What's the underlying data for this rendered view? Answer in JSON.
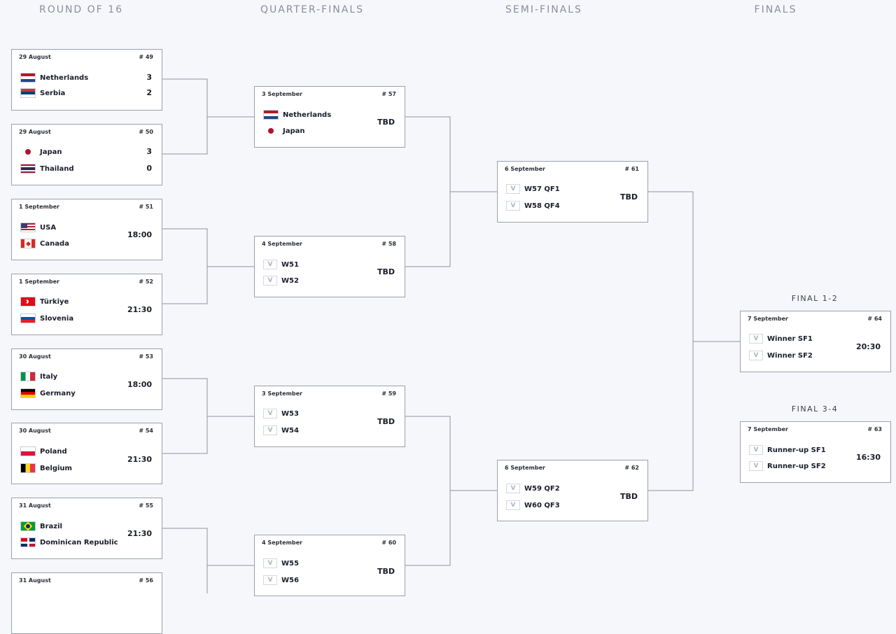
{
  "headers": {
    "round_of_16": "ROUND OF 16",
    "quarter_finals": "QUARTER-FINALS",
    "semi_finals": "SEMI-FINALS",
    "finals": "FINALS"
  },
  "final_labels": {
    "final_1_2": "FINAL 1-2",
    "final_3_4": "FINAL 3-4"
  },
  "matches": {
    "m49": {
      "date": "29 August",
      "num": "# 49",
      "score_a": "3",
      "score_b": "2",
      "team_a": "Netherlands",
      "team_b": "Serbia",
      "flag_a": "netherlands-flag-icon",
      "flag_b": "serbia-flag-icon"
    },
    "m50": {
      "date": "29 August",
      "num": "# 50",
      "score_a": "3",
      "score_b": "0",
      "team_a": "Japan",
      "team_b": "Thailand",
      "flag_a": "japan-flag-icon",
      "flag_b": "thailand-flag-icon"
    },
    "m51": {
      "date": "1 September",
      "num": "# 51",
      "time": "18:00",
      "team_a": "USA",
      "team_b": "Canada",
      "flag_a": "usa-flag-icon",
      "flag_b": "canada-flag-icon"
    },
    "m52": {
      "date": "1 September",
      "num": "# 52",
      "time": "21:30",
      "team_a": "Türkiye",
      "team_b": "Slovenia",
      "flag_a": "turkiye-flag-icon",
      "flag_b": "slovenia-flag-icon"
    },
    "m53": {
      "date": "30 August",
      "num": "# 53",
      "time": "18:00",
      "team_a": "Italy",
      "team_b": "Germany",
      "flag_a": "italy-flag-icon",
      "flag_b": "germany-flag-icon"
    },
    "m54": {
      "date": "30 August",
      "num": "# 54",
      "time": "21:30",
      "team_a": "Poland",
      "team_b": "Belgium",
      "flag_a": "poland-flag-icon",
      "flag_b": "belgium-flag-icon"
    },
    "m55": {
      "date": "31 August",
      "num": "# 55",
      "time": "21:30",
      "team_a": "Brazil",
      "team_b": "Dominican Republic",
      "flag_a": "brazil-flag-icon",
      "flag_b": "dominican-republic-flag-icon"
    },
    "m56": {
      "date": "31 August",
      "num": "# 56"
    },
    "m57": {
      "date": "3 September",
      "num": "# 57",
      "time": "TBD",
      "team_a": "Netherlands",
      "team_b": "Japan",
      "flag_a": "netherlands-flag-icon",
      "flag_b": "japan-flag-icon"
    },
    "m58": {
      "date": "4 September",
      "num": "# 58",
      "time": "TBD",
      "team_a": "W51",
      "team_b": "W52"
    },
    "m59": {
      "date": "3 September",
      "num": "# 59",
      "time": "TBD",
      "team_a": "W53",
      "team_b": "W54"
    },
    "m60": {
      "date": "4 September",
      "num": "# 60",
      "time": "TBD",
      "team_a": "W55",
      "team_b": "W56"
    },
    "m61": {
      "date": "6 September",
      "num": "# 61",
      "time": "TBD",
      "team_a": "W57 QF1",
      "team_b": "W58 QF4"
    },
    "m62": {
      "date": "6 September",
      "num": "# 62",
      "time": "TBD",
      "team_a": "W59 QF2",
      "team_b": "W60 QF3"
    },
    "m64": {
      "date": "7 September",
      "num": "# 64",
      "time": "20:30",
      "team_a": "Winner SF1",
      "team_b": "Winner SF2"
    },
    "m63": {
      "date": "7 September",
      "num": "# 63",
      "time": "16:30",
      "team_a": "Runner-up SF1",
      "team_b": "Runner-up SF2"
    }
  },
  "placeholder_glyph": "V"
}
